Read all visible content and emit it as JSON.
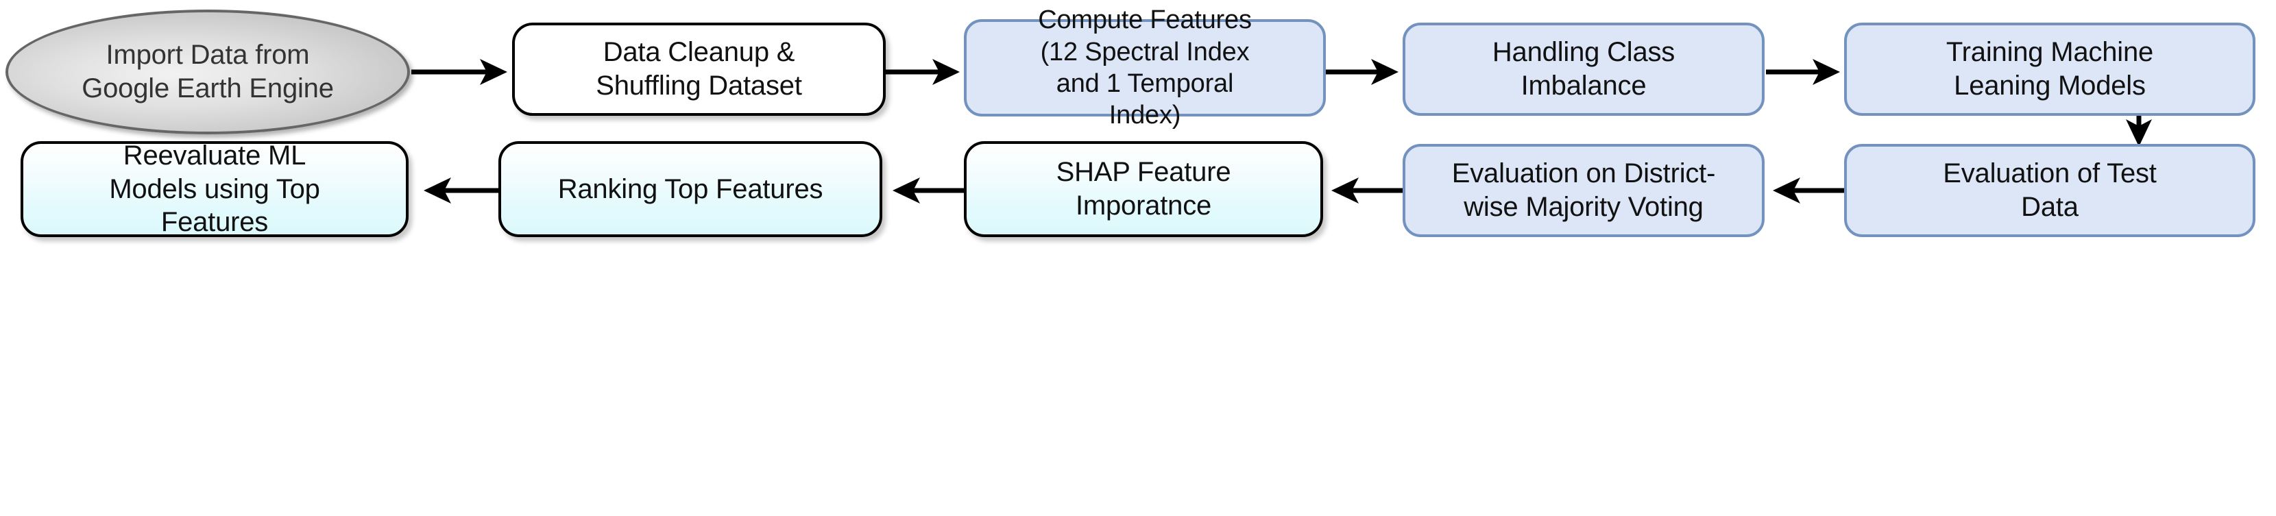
{
  "diagram": {
    "title": "Machine Learning Workflow Flowchart",
    "background": "#ffffff",
    "palette": {
      "blue_fill": "#dce6f7",
      "blue_stroke": "#7392be",
      "cyan_fill_top": "#ffffff",
      "cyan_fill_bottom": "#ddf9fc",
      "black_stroke": "#000000",
      "gray_stroke": "#666666",
      "gray_fill": "#c9c9c9",
      "text": "#111111"
    },
    "nodes": [
      {
        "id": "import-data",
        "label": "Import Data from\nGoogle Earth Engine",
        "shape": "ellipse",
        "style": "shape-ellipse",
        "row": "top",
        "order": 1
      },
      {
        "id": "data-cleanup",
        "label": "Data Cleanup &\nShuffling Dataset",
        "shape": "rounded-rectangle",
        "style": "shape-white",
        "row": "top",
        "order": 2
      },
      {
        "id": "compute-features",
        "label": "Compute Features\n(12 Spectral Index\nand 1 Temporal\nIndex)",
        "shape": "rounded-rectangle",
        "style": "shape-blue",
        "row": "top",
        "order": 3
      },
      {
        "id": "handling-class-imbalance",
        "label": "Handling Class\nImbalance",
        "shape": "rounded-rectangle",
        "style": "shape-blue",
        "row": "top",
        "order": 4
      },
      {
        "id": "training-ml-models",
        "label": "Training Machine\nLeaning Models",
        "shape": "rounded-rectangle",
        "style": "shape-blue",
        "row": "top",
        "order": 5
      },
      {
        "id": "evaluation-test-data",
        "label": "Evaluation of Test\nData",
        "shape": "rounded-rectangle",
        "style": "shape-blue",
        "row": "bottom",
        "order": 6
      },
      {
        "id": "district-majority-voting",
        "label": "Evaluation on District-\nwise Majority Voting",
        "shape": "rounded-rectangle",
        "style": "shape-blue",
        "row": "bottom",
        "order": 7
      },
      {
        "id": "shap-feature-importance",
        "label": "SHAP Feature\nImporatnce",
        "shape": "rounded-rectangle",
        "style": "shape-cyan",
        "row": "bottom",
        "order": 8
      },
      {
        "id": "ranking-top-features",
        "label": "Ranking Top Features",
        "shape": "rounded-rectangle",
        "style": "shape-cyan",
        "row": "bottom",
        "order": 9
      },
      {
        "id": "reevaluate-ml-models",
        "label": "Reevaluate ML\nModels using Top\nFeatures",
        "shape": "rounded-rectangle",
        "style": "shape-cyan",
        "row": "bottom",
        "order": 10
      }
    ],
    "edges": [
      {
        "id": "e1",
        "from": "import-data",
        "to": "data-cleanup",
        "direction": "right"
      },
      {
        "id": "e2",
        "from": "data-cleanup",
        "to": "compute-features",
        "direction": "right"
      },
      {
        "id": "e3",
        "from": "compute-features",
        "to": "handling-class-imbalance",
        "direction": "right"
      },
      {
        "id": "e4",
        "from": "handling-class-imbalance",
        "to": "training-ml-models",
        "direction": "right"
      },
      {
        "id": "e5",
        "from": "training-ml-models",
        "to": "evaluation-test-data",
        "direction": "down"
      },
      {
        "id": "e6",
        "from": "evaluation-test-data",
        "to": "district-majority-voting",
        "direction": "left"
      },
      {
        "id": "e7",
        "from": "district-majority-voting",
        "to": "shap-feature-importance",
        "direction": "left"
      },
      {
        "id": "e8",
        "from": "shap-feature-importance",
        "to": "ranking-top-features",
        "direction": "left"
      },
      {
        "id": "e9",
        "from": "ranking-top-features",
        "to": "reevaluate-ml-models",
        "direction": "left"
      }
    ]
  }
}
